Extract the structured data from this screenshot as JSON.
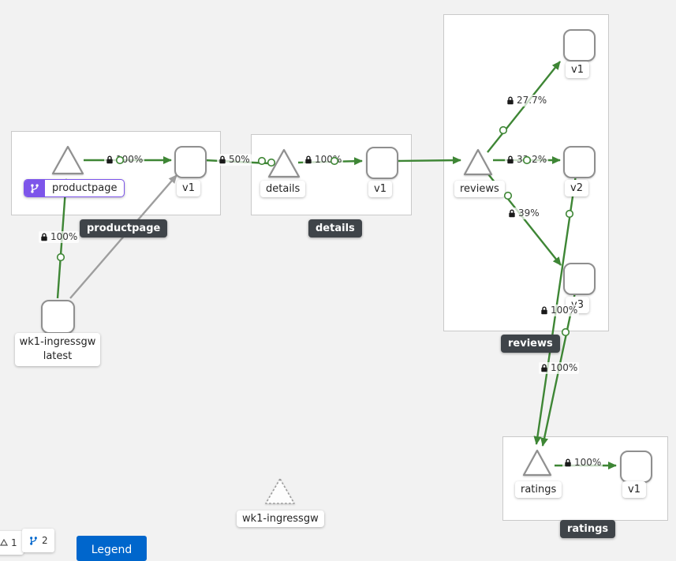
{
  "colors": {
    "edge_green": "#3e8635",
    "edge_gray": "#9e9e9e",
    "badge_purple": "#7d55ea",
    "button_blue": "#0066cc",
    "group_chip_dark": "#3f4449"
  },
  "groups": {
    "productpage": "productpage",
    "details": "details",
    "reviews": "reviews",
    "ratings": "ratings"
  },
  "nodes": {
    "pp_svc": "productpage",
    "pp_v1": "v1",
    "det_svc": "details",
    "det_v1": "v1",
    "rev_svc": "reviews",
    "rev_v1": "v1",
    "rev_v2": "v2",
    "rev_v3": "v3",
    "rat_svc": "ratings",
    "rat_v1": "v1",
    "gw_line1": "wk1-ingressgw",
    "gw_line2": "latest",
    "idle_gw": "wk1-ingressgw"
  },
  "edges": {
    "gw_pp": "100%",
    "pp_v1": "100%",
    "pp_det": "50%",
    "det_v1": "100%",
    "rev_v1": "27.7%",
    "rev_v2": "33.2%",
    "rev_v3": "39%",
    "v3_rat": "100%",
    "v2_rat": "100%",
    "rat_v1": "100%"
  },
  "footer": {
    "count1": "1",
    "count2": "2",
    "legend_button": "Legend"
  }
}
